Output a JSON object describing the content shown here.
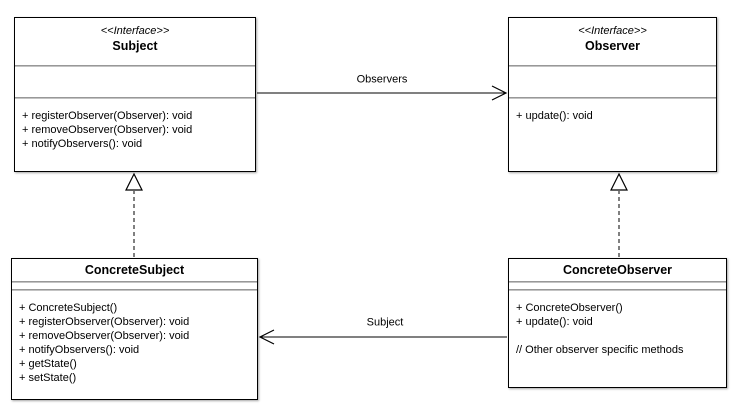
{
  "colors": {
    "background": "#ffffff",
    "line": "#000000",
    "separator": "#8f8f8f",
    "box_fill": "#ffffff",
    "text": "#000000"
  },
  "classes": {
    "subject": {
      "stereotype": "<<Interface>>",
      "name": "Subject",
      "attributes": [],
      "methods": [
        "+ registerObserver(Observer): void",
        "+ removeObserver(Observer): void",
        "+ notifyObservers(): void"
      ]
    },
    "observer": {
      "stereotype": "<<Interface>>",
      "name": "Observer",
      "attributes": [],
      "methods": [
        "+ update(): void"
      ]
    },
    "concreteSubject": {
      "name": "ConcreteSubject",
      "attributes": [],
      "methods": [
        "+ ConcreteSubject()",
        "+ registerObserver(Observer): void",
        "+ removeObserver(Observer): void",
        "+ notifyObservers(): void",
        "+ getState()",
        "+ setState()"
      ]
    },
    "concreteObserver": {
      "name": "ConcreteObserver",
      "attributes": [],
      "methods": [
        "+ ConcreteObserver()",
        "+ update(): void",
        "",
        "// Other observer specific methods"
      ]
    }
  },
  "edges": {
    "observers": {
      "label": "Observers"
    },
    "subject": {
      "label": "Subject"
    }
  }
}
